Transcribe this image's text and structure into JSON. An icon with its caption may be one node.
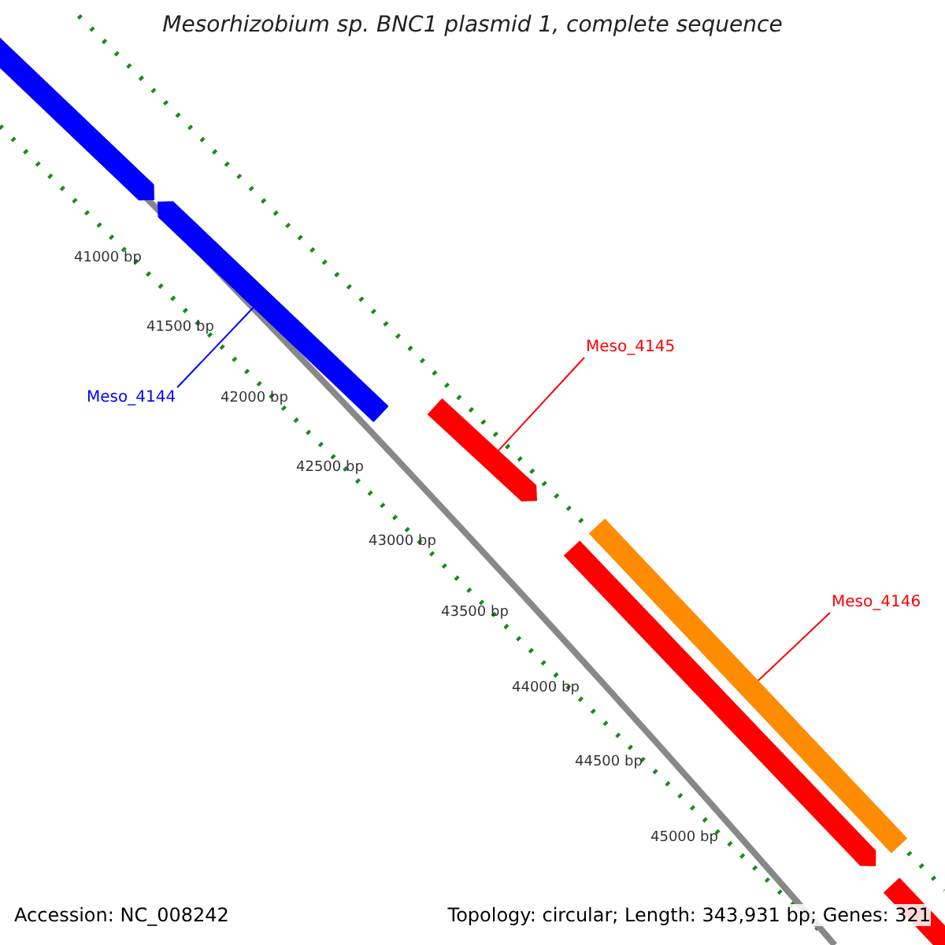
{
  "diagram": {
    "title": "Mesorhizobium sp. BNC1 plasmid 1, complete sequence",
    "nodes": [
      {
        "text": [],
        "shape": "bar"
      },
      {
        "text": [],
        "shape": "bar"
      },
      {
        "text": [],
        "shape": "bar"
      },
      {
        "text": [],
        "shape": "bar"
      },
      {
        "text": [],
        "shape": "bar"
      },
      {
        "text": [],
        "shape": "bar"
      },
      {
        "text": [
          "Meso_4144"
        ]
      },
      {
        "text": [
          "Meso_4145"
        ]
      },
      {
        "text": [
          "Meso_4146"
        ]
      }
    ],
    "edges": [
      {
        "from": 6,
        "to": 1,
        "arrow": "none",
        "color": "#0000ff"
      },
      {
        "from": 7,
        "to": 2,
        "arrow": "none"
      },
      {
        "from": 8,
        "to": 4,
        "arrow": "none"
      }
    ],
    "labels": [
      "41000 bp",
      "41500 bp",
      "42000 bp",
      "42500 bp",
      "43000 bp",
      "43500 bp",
      "44000 bp",
      "44500 bp",
      "45000 bp",
      "Accession: NC_008242",
      "Topology: circular; Length: 343,931 bp; Genes: 321"
    ]
  }
}
